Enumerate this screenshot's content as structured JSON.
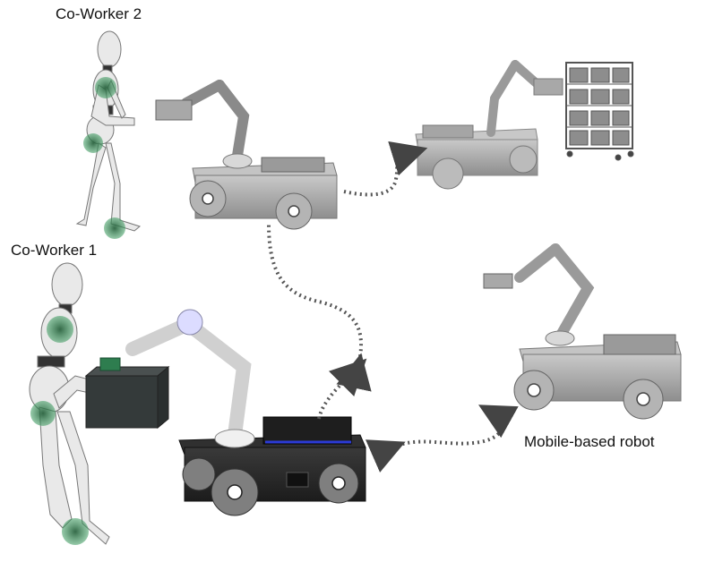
{
  "labels": {
    "coworker2": "Co-Worker 2",
    "coworker1": "Co-Worker 1",
    "mobile_robot": "Mobile-based robot"
  },
  "colors": {
    "accent_green": "#2e7d4f",
    "robot_dark": "#2a2a2a",
    "robot_light": "#9e9e9e",
    "path": "#555555",
    "battery_accent": "#2c3bd6"
  },
  "icons": [
    "humanoid-figure",
    "mobile-manipulator-robot",
    "shelf-rack",
    "box",
    "dotted-path-arrow"
  ]
}
